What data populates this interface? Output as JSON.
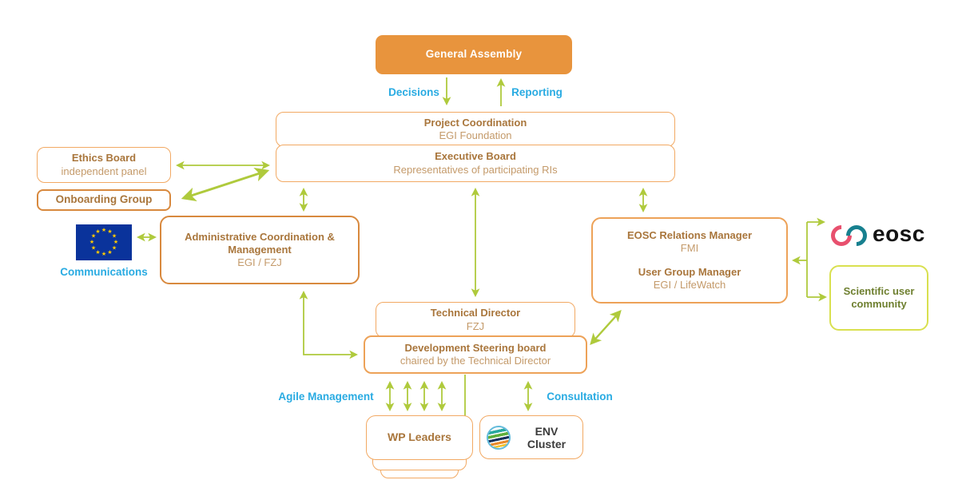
{
  "diagram": {
    "general_assembly": {
      "title": "General Assembly"
    },
    "project_coordination": {
      "title": "Project Coordination",
      "subtitle": "EGI Foundation"
    },
    "executive_board": {
      "title": "Executive Board",
      "subtitle": "Representatives of participating RIs"
    },
    "ethics_board": {
      "title": "Ethics Board",
      "subtitle": "independent panel"
    },
    "onboarding_group": {
      "title": "Onboarding Group"
    },
    "administrative": {
      "title": "Administrative Coordination & Management",
      "subtitle": "EGI / FZJ"
    },
    "eosc_relations": {
      "title1": "EOSC Relations Manager",
      "subtitle1": "FMI",
      "title2": "User Group Manager",
      "subtitle2": "EGI / LifeWatch"
    },
    "technical_director": {
      "title": "Technical Director",
      "subtitle": "FZJ"
    },
    "steering_board": {
      "title": "Development Steering board",
      "subtitle": "chaired by the Technical Director"
    },
    "wp_leaders": {
      "title": "WP Leaders"
    },
    "env_cluster": {
      "title": "ENV Cluster"
    },
    "scientific_community": {
      "title": "Scientific user community"
    },
    "eosc_logo_text": "eosc",
    "labels": {
      "decisions": "Decisions",
      "reporting": "Reporting",
      "communications": "Communications",
      "agile_management": "Agile Management",
      "consultation": "Consultation"
    }
  },
  "colors": {
    "box_fill_orange": "#E8943D",
    "border_orange_light": "#F2A963",
    "border_orange_dark": "#D8893E",
    "title_brown": "#A9763C",
    "subtitle_brown": "#C49A6A",
    "label_cyan": "#29ABE2",
    "arrow_green": "#AFCA3C",
    "scientific_green_border": "#D9E04F",
    "scientific_green_text": "#6E7F2F",
    "eu_flag_blue": "#0A339B",
    "eu_star_yellow": "#FFCC00",
    "eosc_pink": "#E8506E",
    "eosc_teal": "#17808F"
  }
}
